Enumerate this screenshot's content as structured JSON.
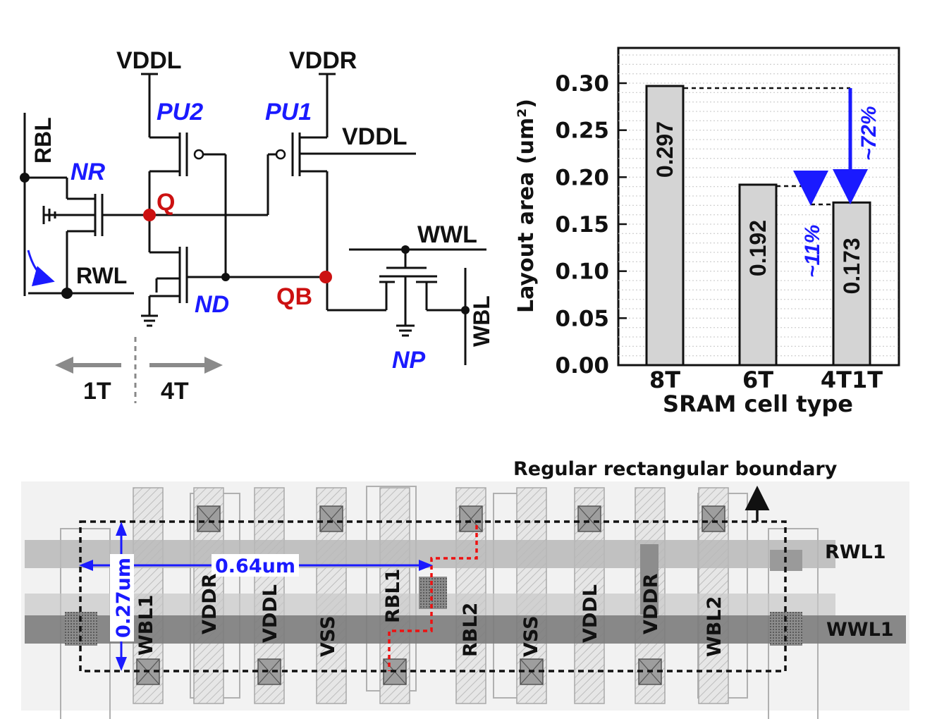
{
  "schematic": {
    "nodes": {
      "vddl_top": "VDDL",
      "vddr_top": "VDDR",
      "vddl_right": "VDDL",
      "rbl": "RBL",
      "rwl": "RWL",
      "wwl": "WWL",
      "wbl": "WBL",
      "q": "Q",
      "qb": "QB"
    },
    "transistors": {
      "pu2": "PU2",
      "pu1": "PU1",
      "nr": "NR",
      "nd": "ND",
      "np": "NP"
    },
    "regions": {
      "left": "1T",
      "right": "4T"
    }
  },
  "chart_data": {
    "type": "bar",
    "categories": [
      "8T",
      "6T",
      "4T1T"
    ],
    "values": [
      0.297,
      0.192,
      0.173
    ],
    "value_labels": [
      "0.297",
      "0.192",
      "0.173"
    ],
    "xlabel": "SRAM cell type",
    "ylabel": "Layout area (um²)",
    "ylim": [
      0,
      0.3
    ],
    "yticks": [
      "0.00",
      "0.05",
      "0.10",
      "0.15",
      "0.20",
      "0.25",
      "0.30"
    ],
    "grid": true,
    "annotations": [
      "~72%",
      "~11%"
    ],
    "colors": {
      "bar": "#d4d4d4",
      "annotation": "#1a1aff"
    }
  },
  "layout_figure": {
    "boundary_label": "Regular rectangular boundary",
    "width_label": "0.64um",
    "height_label": "0.27um",
    "wordlines": [
      "RWL1",
      "WWL1"
    ],
    "columns": [
      "WBL1",
      "VDDR",
      "VDDL",
      "VSS",
      "RBL1",
      "RBL2",
      "VSS",
      "VDDL",
      "VDDR",
      "WBL2"
    ]
  },
  "colors": {
    "blue": "#1a1aff",
    "red": "#cc1111",
    "black": "#111111"
  }
}
